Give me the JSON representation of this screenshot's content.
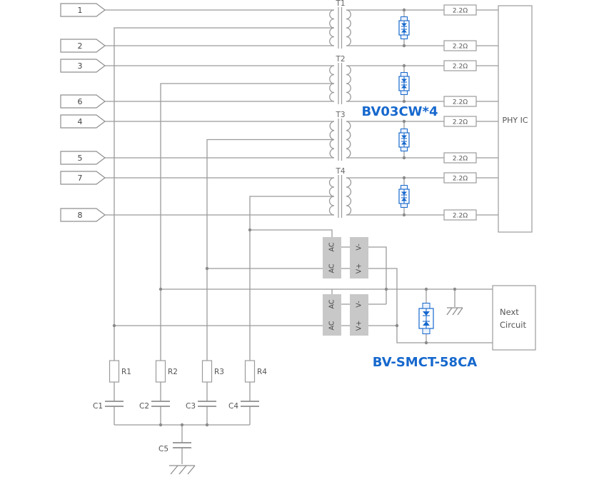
{
  "diagram": {
    "pins": [
      "1",
      "2",
      "3",
      "6",
      "4",
      "5",
      "7",
      "8"
    ],
    "transformers": [
      "T1",
      "T2",
      "T3",
      "T4"
    ],
    "series_resistor_value": "2.2Ω",
    "phy_label": "PHY IC",
    "tvs_array_label": "BV03CW*4",
    "rectifier_label": "BV-SMCT-58CA",
    "bridge": {
      "ac": "AC",
      "v_minus": "V-",
      "v_plus": "V+"
    },
    "next_circuit": {
      "line1": "Next",
      "line2": "Circuit"
    },
    "resistors": [
      "R1",
      "R2",
      "R3",
      "R4"
    ],
    "capacitors": [
      "C1",
      "C2",
      "C3",
      "C4",
      "C5"
    ],
    "colors": {
      "wire": "#9b9b9b",
      "component_blue": "#1668cd",
      "label_blue": "#1668cd",
      "block_gray": "#c8c8c8",
      "text_gray": "#555555",
      "background": "#ffffff"
    }
  }
}
